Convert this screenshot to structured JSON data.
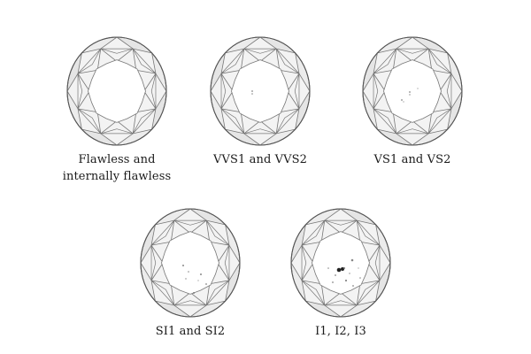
{
  "colors": {
    "outline": "#555555",
    "facet_line": "#777777",
    "facet_fill_light": "#f3f3f3",
    "facet_fill_dark": "#d8d8d8",
    "inclusion": "#6a6a6a",
    "inclusion_heavy": "#222222"
  },
  "grades": [
    {
      "label_lines": [
        "Flawless and",
        "internally flawless"
      ],
      "inclusions": "none"
    },
    {
      "label_lines": [
        "VVS1 and VVS2"
      ],
      "inclusions": "very very slight"
    },
    {
      "label_lines": [
        "VS1 and VS2"
      ],
      "inclusions": "very slight"
    },
    {
      "label_lines": [
        "SI1 and SI2"
      ],
      "inclusions": "slight"
    },
    {
      "label_lines": [
        "I1, I2, I3"
      ],
      "inclusions": "included"
    }
  ]
}
